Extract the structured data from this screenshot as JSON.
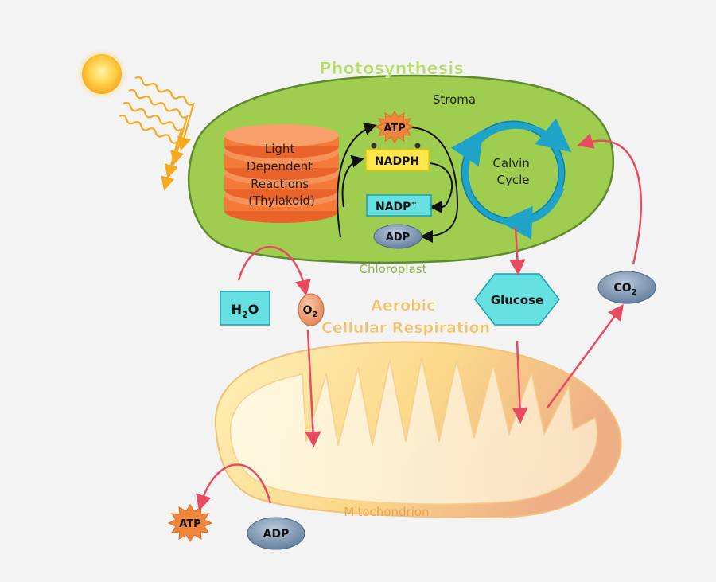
{
  "title_photosynthesis": "Photosynthesis",
  "label_stroma": "Stroma",
  "thylakoid_lines": [
    "Light",
    "Dependent",
    "Reactions",
    "(Thylakoid)"
  ],
  "calvin_lines": [
    "Calvin",
    "Cycle"
  ],
  "chloroplast_molecules": {
    "atp": "ATP",
    "nadph": "NADPH",
    "nadp_main": "NADP",
    "nadp_sup": "+",
    "adp": "ADP"
  },
  "label_chloroplast": "Chloroplast",
  "h2o": {
    "main": "H",
    "sub": "2",
    "tail": "O"
  },
  "o2": {
    "main": "O",
    "sub": "2"
  },
  "glucose": "Glucose",
  "co2": {
    "main": "CO",
    "sub": "2"
  },
  "title_respiration_line1": "Aerobic",
  "title_respiration_line2": "Cellular Respiration",
  "label_mitochondrion": "Mitochondrion",
  "output_atp": "ATP",
  "output_adp": "ADP",
  "colors": {
    "chloroplast_fill": "#9fcd4f",
    "chloroplast_stroke": "#5f8a2e",
    "title_photosynthesis": "#b5dc6a",
    "thylakoid": "#f47a3a",
    "calvin_ring": "#1fa3c9",
    "atp_star": "#f0863c",
    "nadph_fill": "#ffe64d",
    "nadp_fill": "#66e0e0",
    "adp_fill": "#7f97b3",
    "red_arrow": "#e84a5f",
    "title_respiration": "#f5c26b",
    "mito_fill": "#fbe3a6"
  }
}
